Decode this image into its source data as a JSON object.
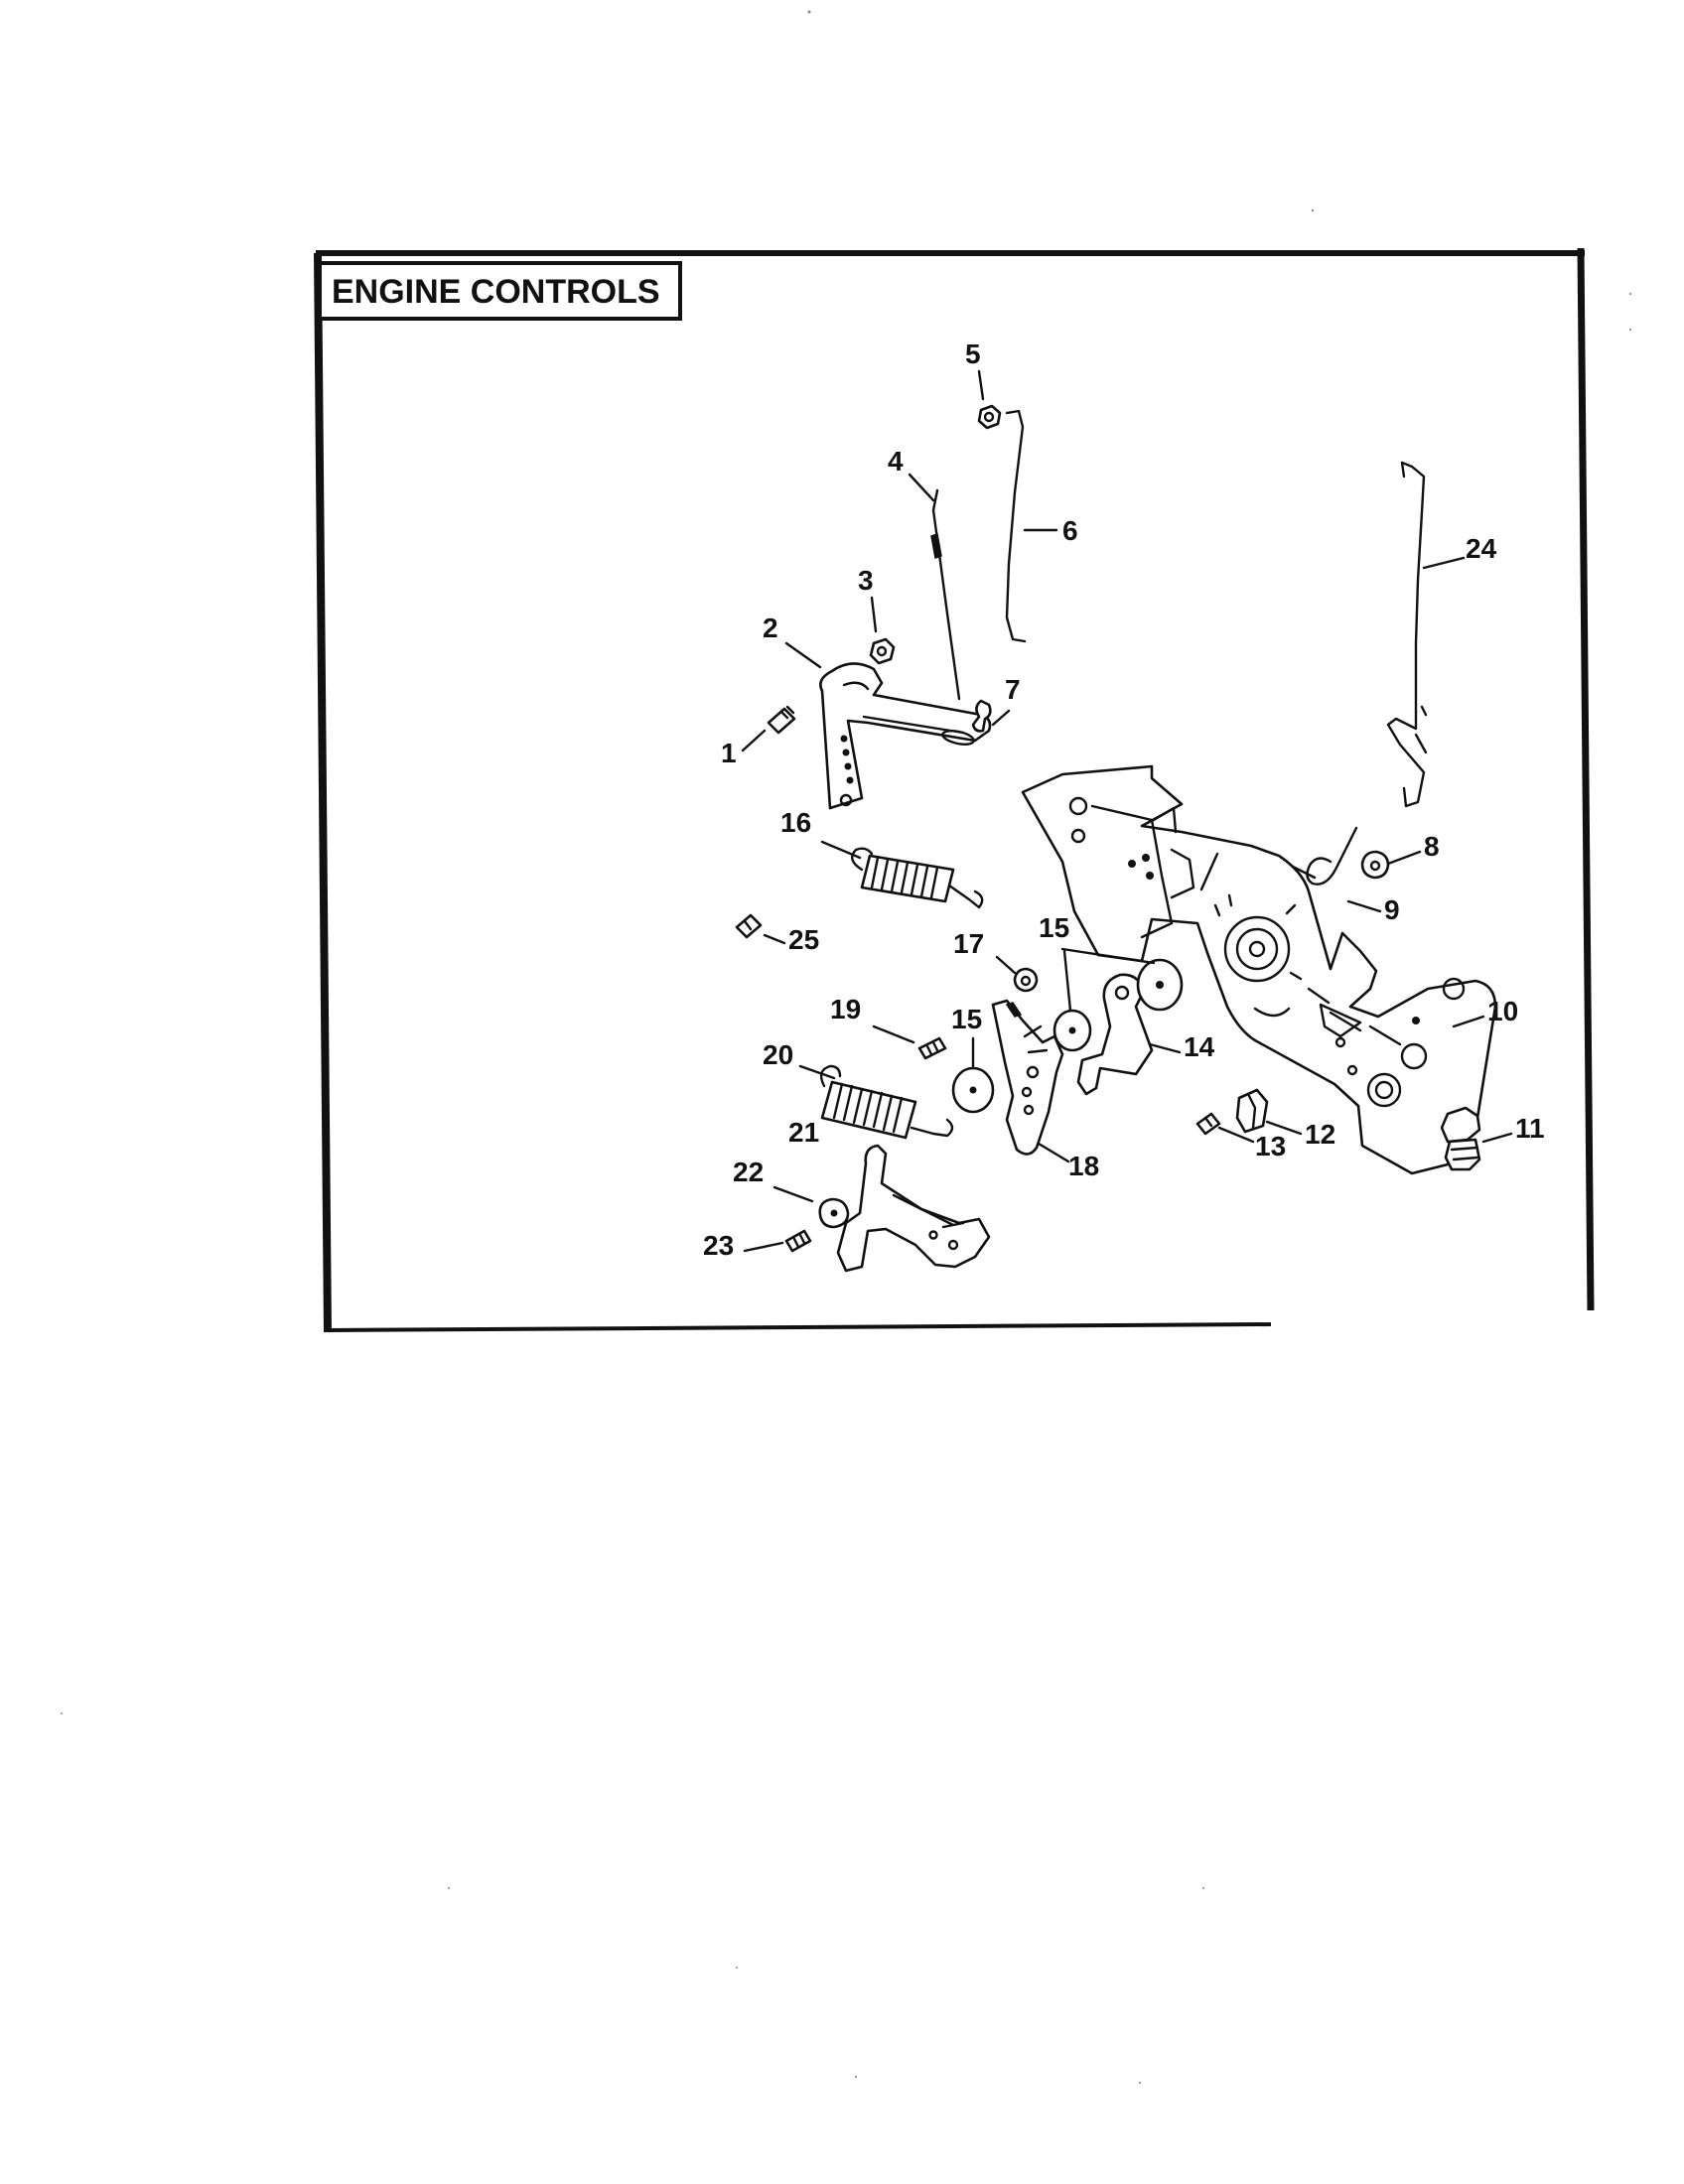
{
  "diagram": {
    "title": "ENGINE CONTROLS",
    "callouts": [
      "1",
      "2",
      "3",
      "4",
      "5",
      "6",
      "7",
      "8",
      "9",
      "10",
      "11",
      "12",
      "13",
      "14",
      "15",
      "15",
      "16",
      "17",
      "18",
      "19",
      "20",
      "21",
      "22",
      "23",
      "24",
      "25"
    ]
  },
  "colors": {
    "ink": "#111111",
    "paper": "#ffffff"
  }
}
